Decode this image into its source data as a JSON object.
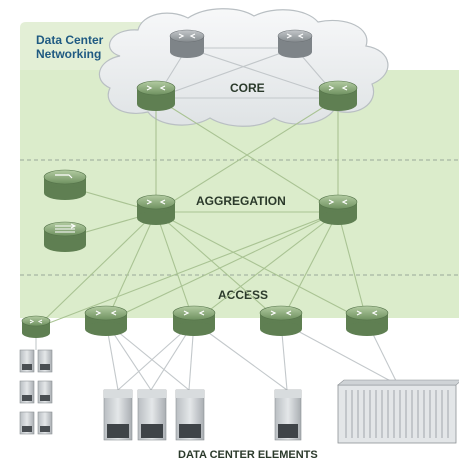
{
  "title": {
    "line1": "Data Center",
    "line2": "Networking"
  },
  "layers": {
    "core": "CORE",
    "aggregation": "AGGREGATION",
    "access": "ACCESS"
  },
  "footer": "DATA CENTER ELEMENTS",
  "colors": {
    "band": "#dbeccb",
    "title_box": "#e3efd6",
    "title_text": "#1f5a82",
    "cloud": "#eef0f1",
    "router_green": "#88a877",
    "router_gray": "#9ea3a6",
    "link_line": "#a9c393",
    "server_body": "#c9cdd0"
  },
  "icons": [
    "router-icon",
    "firewall-icon",
    "load-balancer-icon",
    "access-switch-icon",
    "server-icon",
    "blade-chassis-icon"
  ]
}
